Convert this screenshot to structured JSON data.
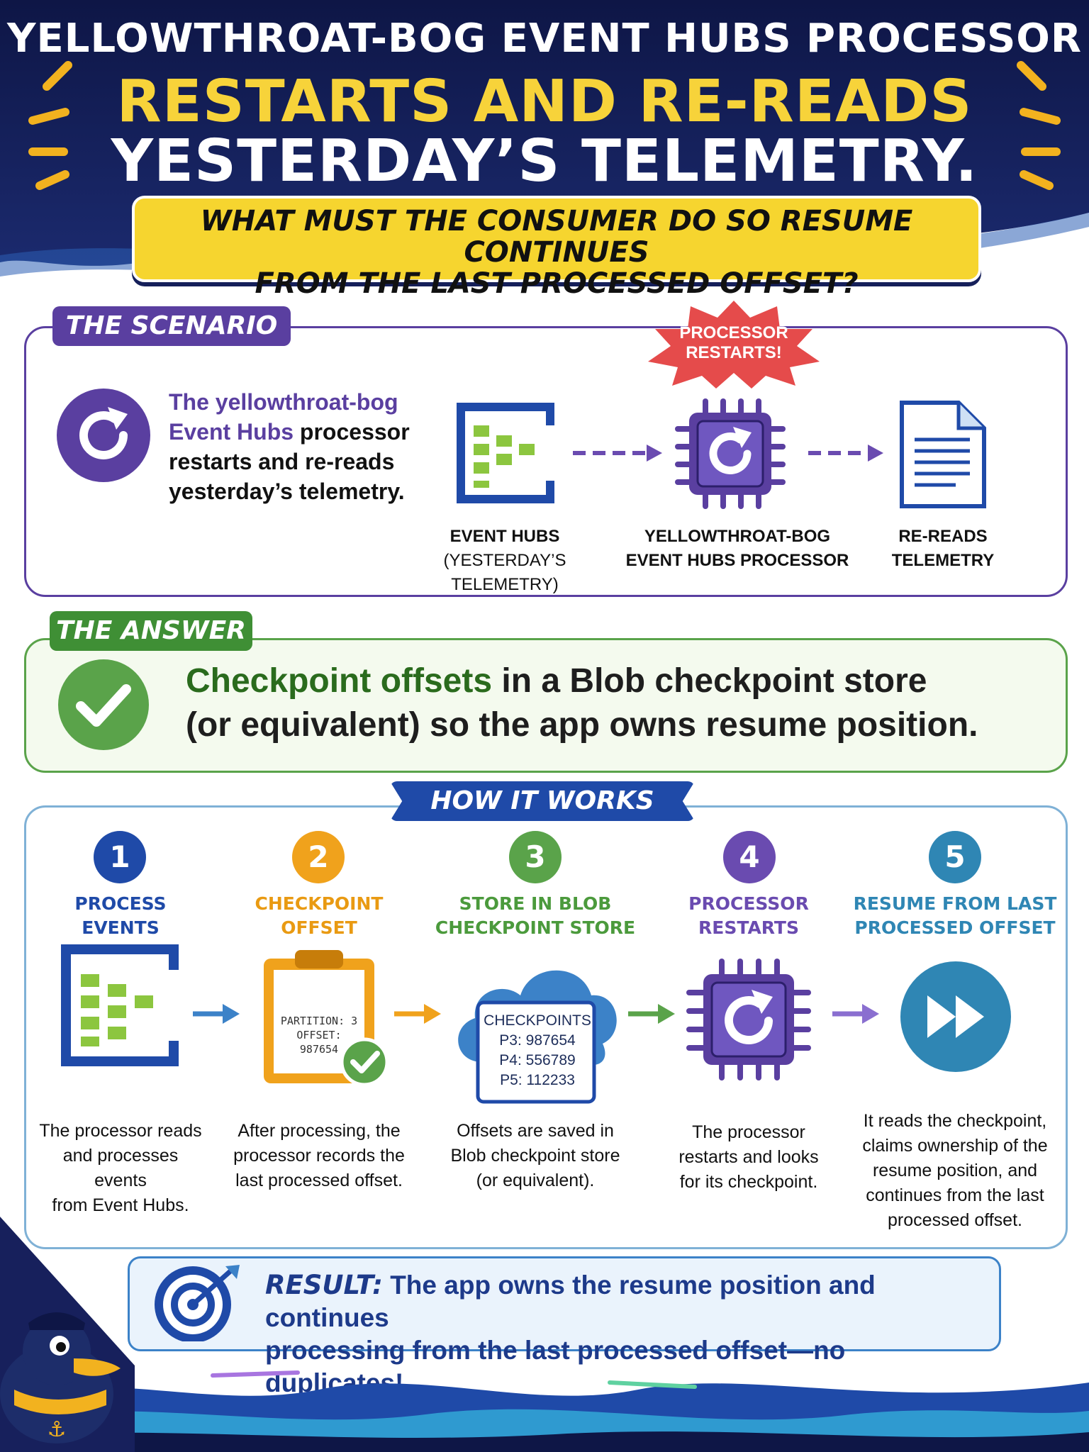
{
  "header": {
    "line1": "YELLOWTHROAT-BOG EVENT HUBS PROCESSOR",
    "line2": "RESTARTS AND RE-READS",
    "line3": "YESTERDAY’S TELEMETRY.",
    "question_line1": "WHAT MUST THE CONSUMER DO SO RESUME CONTINUES",
    "question_line2": "FROM THE LAST PROCESSED OFFSET?"
  },
  "scenario": {
    "tag": "THE SCENARIO",
    "desc_highlight_1": "The yellowthroat-bog",
    "desc_highlight_2": "Event Hubs",
    "desc_rest_1": " processor",
    "desc_rest_2": "restarts and re-reads",
    "desc_rest_3": "yesterday’s telemetry.",
    "burst_line1": "PROCESSOR",
    "burst_line2": "RESTARTS!",
    "flow": [
      {
        "line1": "EVENT HUBS",
        "line2": "(YESTERDAY’S TELEMETRY)"
      },
      {
        "line1": "YELLOWTHROAT-BOG",
        "line2": "EVENT HUBS PROCESSOR"
      },
      {
        "line1": "RE-READS",
        "line2": "TELEMETRY"
      }
    ]
  },
  "answer": {
    "tag": "THE ANSWER",
    "text_green": "Checkpoint offsets",
    "text_rest_1": " in a Blob checkpoint store",
    "text_rest_2": "(or equivalent) so the app owns resume position."
  },
  "how": {
    "tag": "HOW IT WORKS",
    "steps": [
      {
        "num": "1",
        "title1": "PROCESS EVENTS",
        "title2": "",
        "color": "#1f4aa8",
        "desc": [
          "The processor reads",
          "and processes events",
          "from Event Hubs."
        ]
      },
      {
        "num": "2",
        "title1": "CHECKPOINT",
        "title2": "OFFSET",
        "color": "#f0a21c",
        "desc": [
          "After processing, the",
          "processor records the",
          "last processed offset."
        ]
      },
      {
        "num": "3",
        "title1": "STORE IN BLOB",
        "title2": "CHECKPOINT STORE",
        "color": "#5aa34a",
        "desc": [
          "Offsets are saved in",
          "Blob checkpoint store",
          "(or equivalent)."
        ]
      },
      {
        "num": "4",
        "title1": "PROCESSOR",
        "title2": "RESTARTS",
        "color": "#6a4bb0",
        "desc": [
          "The processor",
          "restarts and looks",
          "for its checkpoint."
        ]
      },
      {
        "num": "5",
        "title1": "RESUME FROM LAST",
        "title2": "PROCESSED OFFSET",
        "color": "#2f86b4",
        "desc": [
          "It reads the checkpoint,",
          "claims ownership of the",
          "resume position, and",
          "continues from the last",
          "processed offset."
        ]
      }
    ],
    "clipboard_line1": "PARTITION: 3",
    "clipboard_line2": "OFFSET: 987654",
    "checkpoints_title": "CHECKPOINTS",
    "checkpoints": [
      "P3: 987654",
      "P4: 556789",
      "P5: 112233"
    ]
  },
  "result": {
    "label": "RESULT:",
    "line1": " The app owns the resume position and continues",
    "line2": "processing from the last processed offset—no duplicates!"
  },
  "colors": {
    "navy": "#101a4c",
    "yellow": "#f7d33a",
    "purple": "#5a3fa0",
    "green": "#5aa34a",
    "blue": "#1f4aa8"
  }
}
